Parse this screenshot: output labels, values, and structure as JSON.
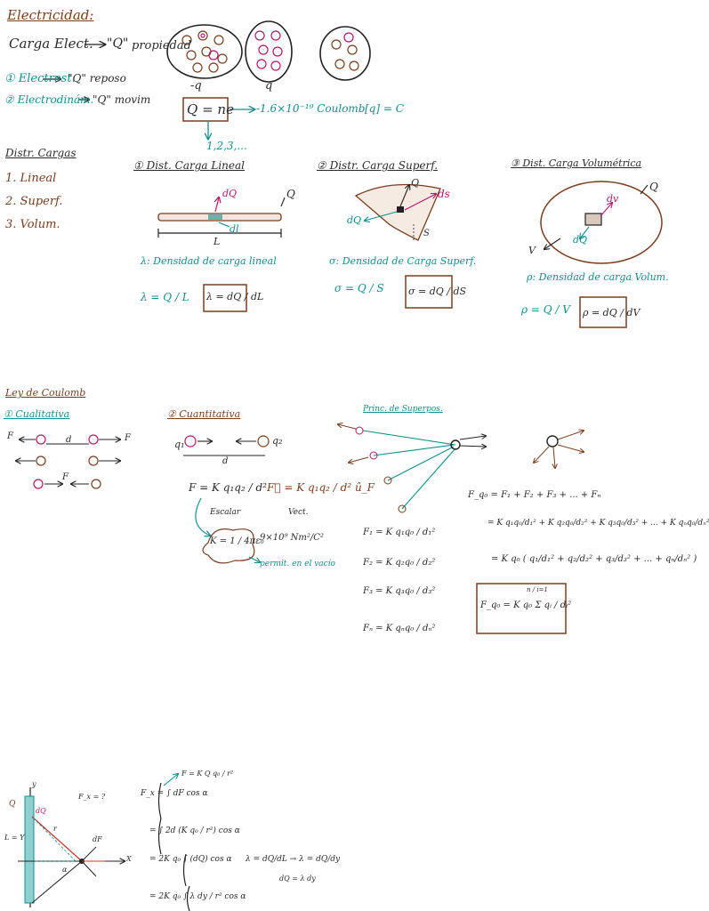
{
  "header": {
    "title": "Electricidad:",
    "line1_left": "Carga Elect.",
    "line1_arrow_q": "\"Q\"",
    "line1_prop": "propiedad",
    "electrostat": "① Electrost.",
    "electrostat_q": "\"Q\" reposo",
    "electrodin": "② Electrodinám.",
    "electrodin_q": "\"Q\" movim",
    "minus_q": "-q",
    "plus_q": "q",
    "q_eq": "Q = ne",
    "electron_val": "-1.6×10⁻¹⁹ Coulomb",
    "unit": "[q] = C",
    "n_vals": "1,2,3,..."
  },
  "distr": {
    "title": "Distr. Cargas",
    "items": [
      "1. Lineal",
      "2. Superf.",
      "3. Volum."
    ],
    "lineal": {
      "heading": "① Dist. Carga Lineal",
      "dq": "dQ",
      "dl": "dl",
      "Q": "Q",
      "L": "L",
      "desc": "λ: Densidad de carga lineal",
      "f1": "λ = Q / L",
      "f2": "λ = dQ / dL"
    },
    "superf": {
      "heading": "② Distr. Carga Superf.",
      "Q": "Q",
      "ds": "ds",
      "dQ": "dQ",
      "S": "S",
      "desc": "σ: Densidad de Carga Superf.",
      "f1": "σ = Q / S",
      "f2": "σ = dQ / dS"
    },
    "volum": {
      "heading": "③ Dist. Carga Volumétrica",
      "dv": "dv",
      "Q": "Q",
      "dQ": "dQ",
      "V": "V",
      "desc": "ρ: Densidad de carga Volum.",
      "f1": "ρ = Q / V",
      "f2": "ρ = dQ / dV"
    }
  },
  "coulomb": {
    "title": "Ley de Coulomb",
    "cual": "① Cualitativa",
    "cuant": "② Cuantitativa",
    "F": "F",
    "d": "d",
    "q1": "q₁",
    "q2": "q₂",
    "force_eq": "F = K q₁q₂ / d²",
    "vec_eq": "F⃗ = K q₁q₂ / d² û_F",
    "escalar": "Escalar",
    "vect": "Vect.",
    "k_eq": "K = 1 / 4πε₀",
    "k_val": "9×10⁹ Nm²/C²",
    "permit": "permit. en el vacío",
    "superpos": "Princ. de Superpos.",
    "F_list": [
      "F₁ = K q₁q₀ / d₁²",
      "F₂ = K q₂q₀ / d₂²",
      "F₃ = K q₃q₀ / d₃²",
      "Fₙ = K qₙq₀ / dₙ²"
    ],
    "sum1": "F_q₀ = F₁ + F₂ + F₃ + ... + Fₙ",
    "sum2": "= K q₁q₀/d₁² + K q₂q₀/d₂² + K q₃q₀/d₃² + ... + K qₙq₀/dₙ²",
    "sum3": "= K q₀ ( q₁/d₁² + q₂/d₂² + q₃/d₃² + ... + qₙ/dₙ² )",
    "boxed": "F_q₀ = K q₀ Σ qᵢ / dᵢ²",
    "boxed_lims": "n / i=1"
  },
  "bottom": {
    "Q": "Q",
    "L": "L = Y",
    "y": "y",
    "x": "X",
    "r": "r",
    "dQ": "dQ",
    "dF": "dF",
    "alpha": "α",
    "fx_label": "F_x = ?",
    "F_def": "F = K Q q₀ / r²",
    "i1": "F_x = ∫ dF cos α",
    "i2": "= ∫ 2d (K q₀ / r²) cos α",
    "i3": "= 2K q₀ ∫ (dQ) cos α",
    "lambda": "λ = dQ/dL → λ = dQ/dy",
    "dq_dy": "dQ = λ dy",
    "i4": "= 2K q₀ ∫ λ dy / r² cos α"
  }
}
